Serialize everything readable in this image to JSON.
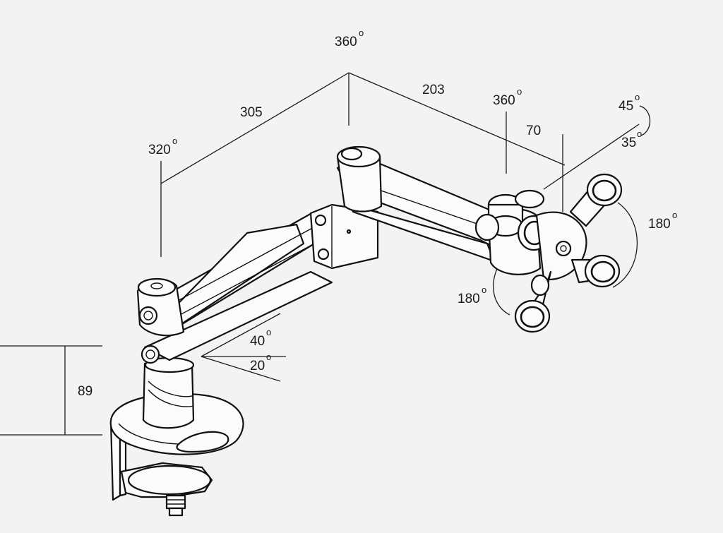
{
  "diagram": {
    "dimensions": {
      "arm_length_1": "305",
      "arm_length_2": "203",
      "head_offset": "70",
      "clamp_height": "89"
    },
    "angles": {
      "top_pivot": "360",
      "elbow_rotation": "360",
      "base_rotation": "320",
      "tilt_up": "45",
      "tilt_down": "35",
      "pan_right": "180",
      "rotate_left": "180",
      "lift_up": "40",
      "lift_down": "20"
    },
    "degree_mark": "o"
  },
  "colors": {
    "background": "#f3f3f3",
    "line": "#1a1a1a"
  }
}
